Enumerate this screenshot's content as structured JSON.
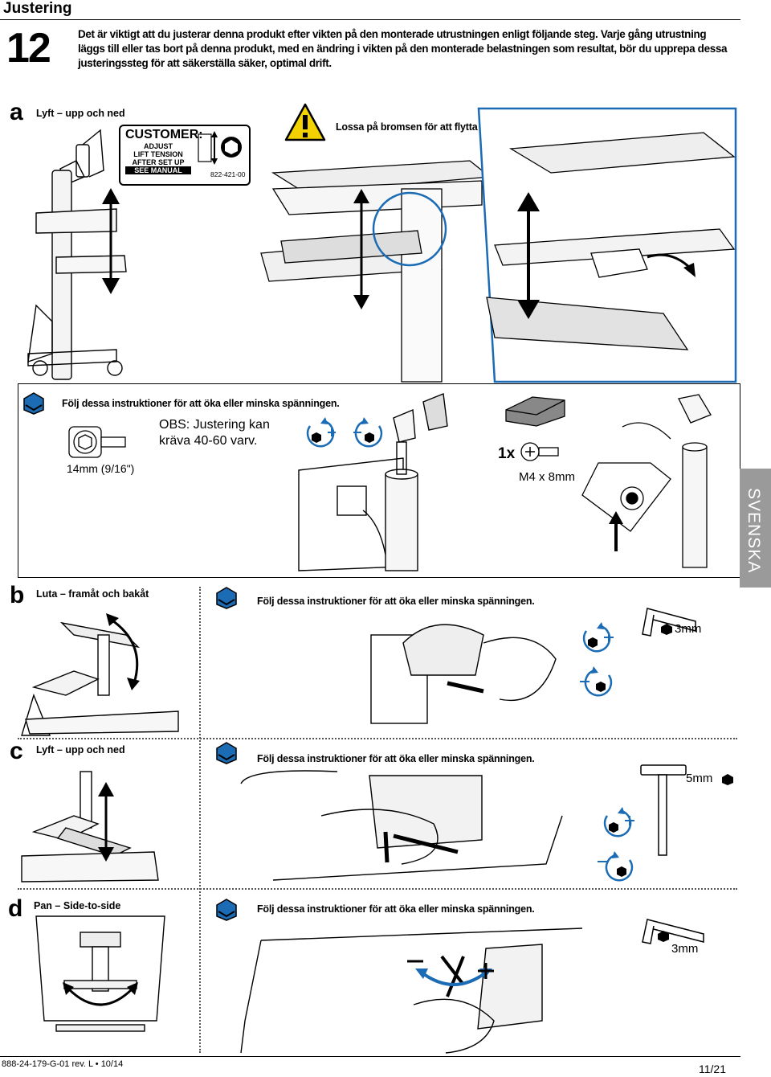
{
  "header": {
    "title": "Justering",
    "step_number": "12",
    "intro": "Det är viktigt att du justerar denna produkt efter vikten på den monterade utrustningen enligt följande steg. Varje gång utrustning läggs till eller tas bort på denna produkt, med en ändring i vikten på den monterade belastningen som resultat, bör du upprepa dessa justeringssteg för att säkerställa säker, optimal drift."
  },
  "section_a": {
    "letter": "a",
    "caption": "Lyft – upp och ned",
    "label": {
      "customer": "CUSTOMER:",
      "line1": "ADJUST",
      "line2": "LIFT TENSION",
      "line3": "AFTER SET UP",
      "line4": "SEE MANUAL",
      "part": "822-421-00"
    },
    "warning": "Lossa på bromsen för att flytta risern.",
    "instruction": "Följ dessa instruktioner för att öka eller minska spänningen.",
    "socket_size": "14mm (9/16\")",
    "note_line1": "OBS: Justering kan",
    "note_line2": "kräva 40-60 varv.",
    "qty": "1x",
    "screw": "M4 x 8mm"
  },
  "section_b": {
    "letter": "b",
    "caption": "Luta – framåt och bakåt",
    "instruction": "Följ dessa instruktioner för att öka eller minska spänningen.",
    "key_size": "3mm"
  },
  "section_c": {
    "letter": "c",
    "caption": "Lyft – upp och ned",
    "instruction": "Följ dessa instruktioner för att öka eller minska spänningen.",
    "key_size": "5mm"
  },
  "section_d": {
    "letter": "d",
    "caption": "Pan – Side-to-side",
    "instruction": "Följ dessa instruktioner för att öka eller minska spänningen.",
    "key_size": "3mm"
  },
  "side_tab": "SVENSKA",
  "footer": {
    "doc_id": "888-24-179-G-01 rev. L • 10/14",
    "page": "11/21"
  },
  "colors": {
    "accent_blue": "#1b6cb5",
    "tab_gray": "#9a9a9a",
    "warning_yellow": "#f2d200"
  }
}
